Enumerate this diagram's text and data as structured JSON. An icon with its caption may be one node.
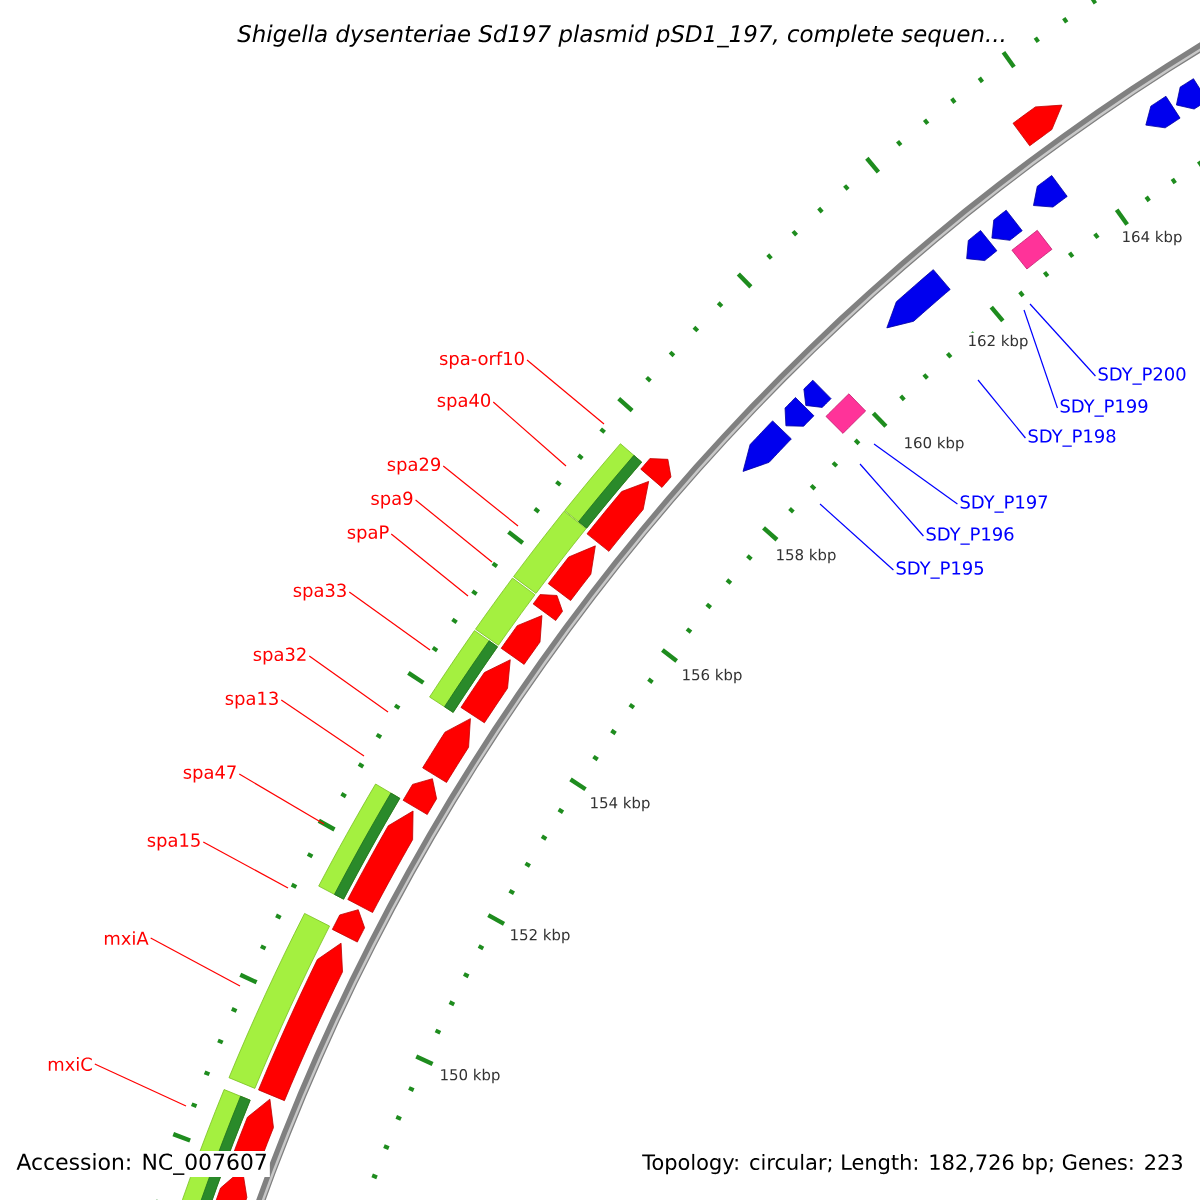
{
  "diagram": {
    "title": "Shigella dysenteriae Sd197 plasmid pSD1_197, complete sequen...",
    "nodes": [
      {
        "text": [
          "spa-orf10"
        ]
      },
      {
        "text": [
          "spa40"
        ]
      },
      {
        "text": [
          "spa29"
        ]
      },
      {
        "text": [
          "spa9"
        ]
      },
      {
        "text": [
          "spaP"
        ]
      },
      {
        "text": [
          "spa33"
        ]
      },
      {
        "text": [
          "spa32"
        ]
      },
      {
        "text": [
          "spa13"
        ]
      },
      {
        "text": [
          "spa47"
        ]
      },
      {
        "text": [
          "spa15"
        ]
      },
      {
        "text": [
          "mxiA"
        ]
      },
      {
        "text": [
          "mxiC"
        ]
      },
      {
        "text": [
          "SDY_P200"
        ]
      },
      {
        "text": [
          "SDY_P199"
        ]
      },
      {
        "text": [
          "SDY_P198"
        ]
      },
      {
        "text": [
          "SDY_P197"
        ]
      },
      {
        "text": [
          "SDY_P196"
        ]
      },
      {
        "text": [
          "SDY_P195"
        ]
      }
    ],
    "edges": [
      {
        "from": 0,
        "to": null,
        "arrow": "none"
      },
      {
        "from": 1,
        "to": null,
        "arrow": "none"
      },
      {
        "from": 2,
        "to": null,
        "arrow": "none"
      },
      {
        "from": 3,
        "to": null,
        "arrow": "none"
      },
      {
        "from": 4,
        "to": null,
        "arrow": "none"
      },
      {
        "from": 5,
        "to": null,
        "arrow": "none"
      },
      {
        "from": 6,
        "to": null,
        "arrow": "none"
      },
      {
        "from": 7,
        "to": null,
        "arrow": "none"
      },
      {
        "from": 8,
        "to": null,
        "arrow": "none"
      },
      {
        "from": 9,
        "to": null,
        "arrow": "none"
      },
      {
        "from": 10,
        "to": null,
        "arrow": "none"
      },
      {
        "from": 11,
        "to": null,
        "arrow": "none"
      },
      {
        "from": 12,
        "to": null,
        "arrow": "none",
        "color": "#0000ff"
      },
      {
        "from": 13,
        "to": null,
        "arrow": "none",
        "color": "#0000ff"
      },
      {
        "from": 14,
        "to": null,
        "arrow": "none",
        "color": "#0000ff"
      },
      {
        "from": 15,
        "to": null,
        "arrow": "none",
        "color": "#0000ff"
      },
      {
        "from": 16,
        "to": null,
        "arrow": "none",
        "color": "#0000ff"
      },
      {
        "from": 17,
        "to": null,
        "arrow": "none",
        "color": "#0000ff"
      }
    ],
    "labels": [
      "164 kbp",
      "162 kbp",
      "160 kbp",
      "158 kbp",
      "156 kbp",
      "154 kbp",
      "152 kbp",
      "150 kbp",
      "Accession: NC_007607",
      "Topology: circular; Length: 182,726 bp; Genes: 223"
    ]
  }
}
